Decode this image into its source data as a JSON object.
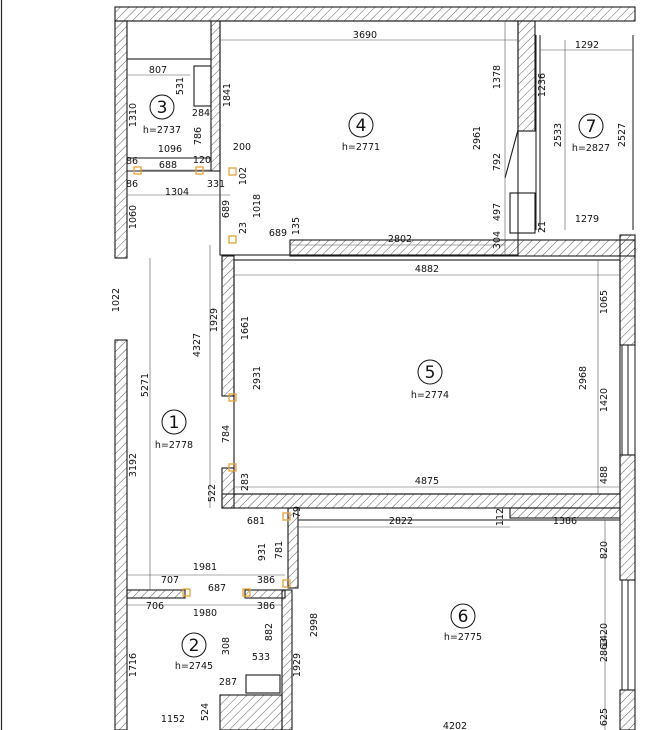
{
  "plan": {
    "rooms": [
      {
        "number": "1",
        "height": "h=2778"
      },
      {
        "number": "2",
        "height": "h=2745"
      },
      {
        "number": "3",
        "height": "h=2737"
      },
      {
        "number": "4",
        "height": "h=2771"
      },
      {
        "number": "5",
        "height": "h=2774"
      },
      {
        "number": "6",
        "height": "h=2775"
      },
      {
        "number": "7",
        "height": "h=2827"
      }
    ],
    "dimensions": [
      "3690",
      "1292",
      "807",
      "531",
      "284",
      "1841",
      "1310",
      "786",
      "1096",
      "86",
      "688",
      "120",
      "200",
      "331",
      "102",
      "86",
      "1304",
      "1378",
      "1236",
      "2961",
      "2533",
      "2527",
      "792",
      "497",
      "1060",
      "689",
      "1018",
      "23",
      "135",
      "689",
      "2802",
      "304",
      "21",
      "1279",
      "1022",
      "4882",
      "1929",
      "1661",
      "1065",
      "4327",
      "2931",
      "2968",
      "5271",
      "1420",
      "784",
      "3192",
      "522",
      "283",
      "4875",
      "488",
      "681",
      "79",
      "2822",
      "112",
      "1386",
      "931",
      "781",
      "820",
      "1981",
      "707",
      "386",
      "687",
      "706",
      "1980",
      "386",
      "2998",
      "308",
      "882",
      "533",
      "1716",
      "1929",
      "2863",
      "1420",
      "287",
      "1152",
      "524",
      "4202",
      "625"
    ]
  },
  "colors": {
    "line": "#1a1a1a",
    "hatch": "#333333",
    "marker": "#e8a13a"
  }
}
